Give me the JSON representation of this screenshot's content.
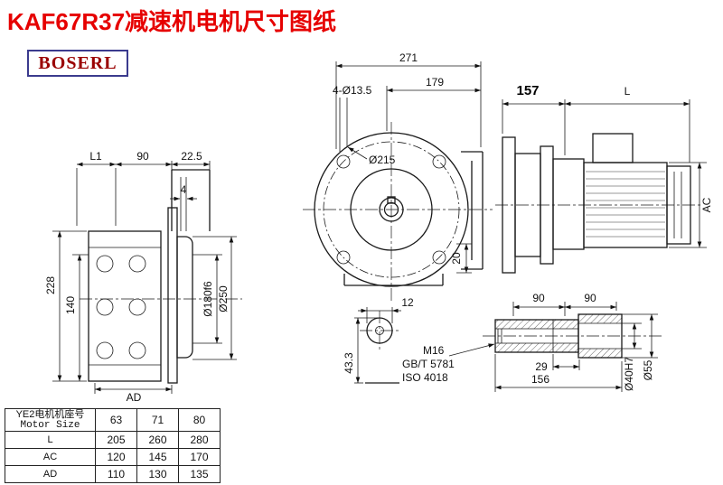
{
  "title": "KAF67R37减速机电机尺寸图纸",
  "logo": "BOSERL",
  "colors": {
    "title": "#e60000",
    "logo_text": "#9a0000",
    "logo_border": "#3b3b8e",
    "line": "#1a1a1a"
  },
  "labels": {
    "d271": "271",
    "d179": "179",
    "holes": "4-Ø13.5",
    "dia215": "Ø215",
    "d20": "20",
    "d157": "157",
    "dL": "L",
    "dAC": "AC",
    "dL1": "L1",
    "d90a": "90",
    "d22_5": "22.5",
    "d4": "4",
    "d228": "228",
    "d140": "140",
    "dAD": "AD",
    "dia180": "Ø180f6",
    "dia250": "Ø250",
    "d12": "12",
    "d43_3": "43.3",
    "d90b": "90",
    "d90c": "90",
    "m16": "M16",
    "gbt": "GB/T 5781",
    "iso": "ISO 4018",
    "d29": "29",
    "d156": "156",
    "dia40": "Ø40H7",
    "dia55": "Ø55"
  },
  "table": {
    "header": {
      "line1": "YE2电机机座号",
      "line2": "Motor Size",
      "cols": [
        "63",
        "71",
        "80"
      ]
    },
    "rows": [
      {
        "label": "L",
        "values": [
          "205",
          "260",
          "280"
        ]
      },
      {
        "label": "AC",
        "values": [
          "120",
          "145",
          "170"
        ]
      },
      {
        "label": "AD",
        "values": [
          "110",
          "130",
          "135"
        ]
      }
    ]
  }
}
